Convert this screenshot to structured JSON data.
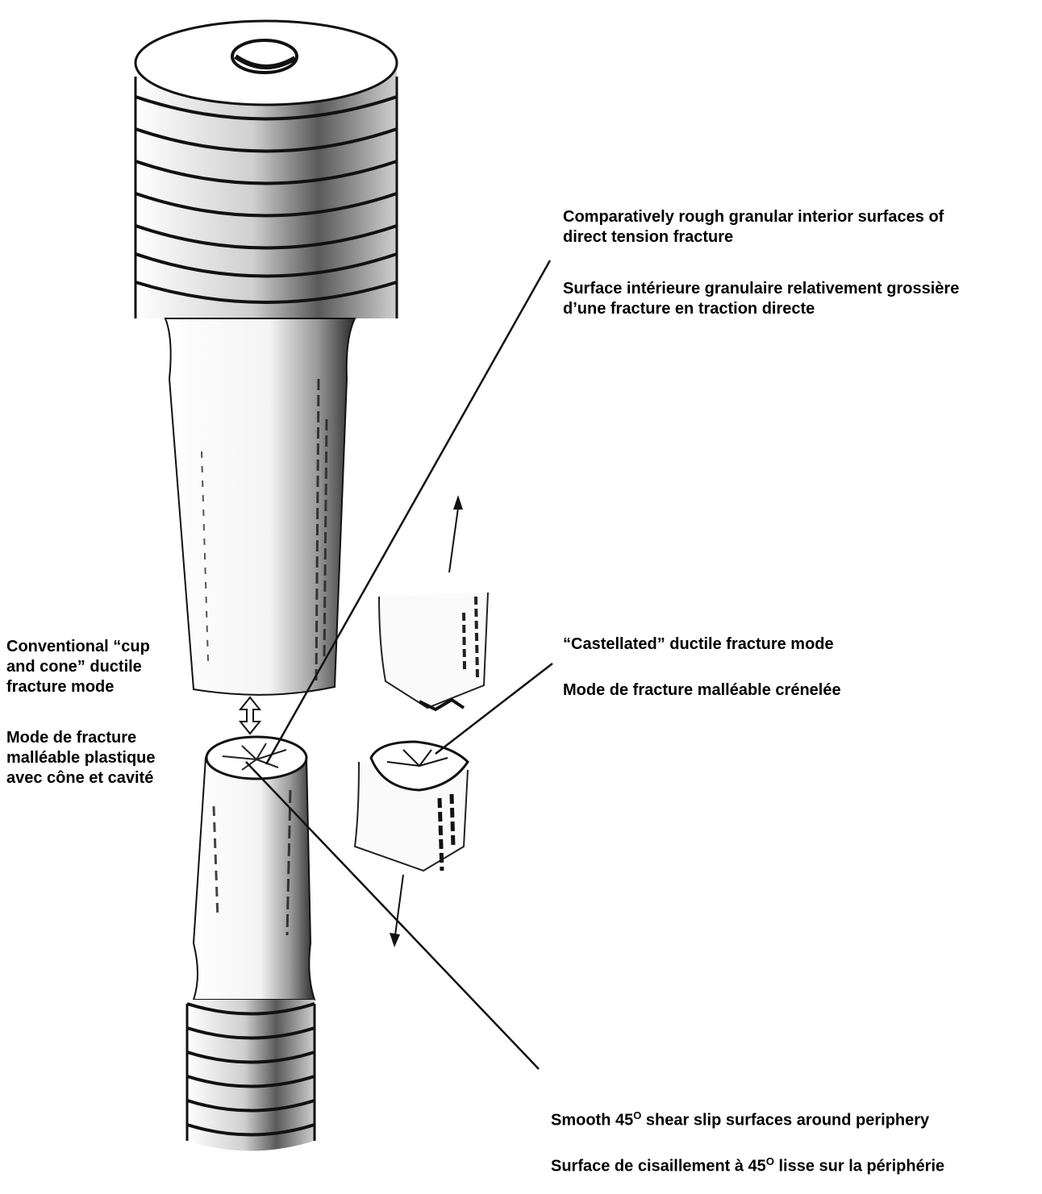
{
  "labels": {
    "tension_en_1": "Comparatively rough granular interior surfaces of",
    "tension_en_2": "direct tension fracture",
    "tension_fr_1": "Surface intérieure granulaire relativement grossière",
    "tension_fr_2": "d’une fracture en traction directe",
    "castellated_en": "“Castellated” ductile fracture mode",
    "castellated_fr": "Mode de fracture malléable crénelée",
    "cup_cone_en_1": "Conventional “cup",
    "cup_cone_en_2": "and cone” ductile",
    "cup_cone_en_3": "fracture mode",
    "cup_cone_fr_1": "Mode de fracture",
    "cup_cone_fr_2": "malléable plastique",
    "cup_cone_fr_3": "avec cône et cavité",
    "shear_en_pre": "Smooth 45",
    "shear_en_sup": "O",
    "shear_en_post": " shear slip surfaces around periphery",
    "shear_fr_pre": "Surface de cisaillement à 45",
    "shear_fr_sup": "O",
    "shear_fr_post": " lisse sur la périphérie"
  },
  "colors": {
    "ink": "#000000",
    "paper": "#ffffff",
    "shade": "#3a3a3a"
  }
}
